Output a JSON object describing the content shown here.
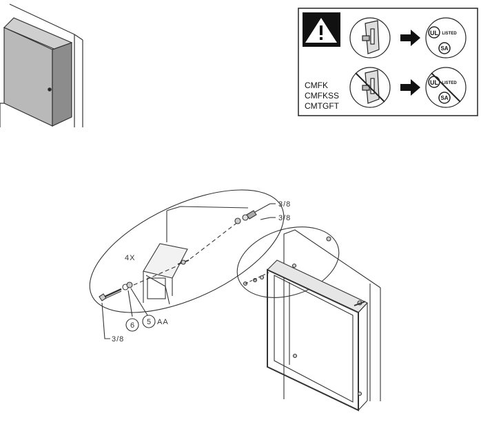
{
  "warning_panel": {
    "icon": "warning-triangle-icon",
    "models": [
      "CMFK",
      "CMFKSS",
      "CMTGFT"
    ],
    "cert_marks": {
      "ul": "UL",
      "ul_listed": "LISTED",
      "csa": "SA"
    }
  },
  "callouts": {
    "count": "4X",
    "bolt_size_top_1": "3/8",
    "bolt_size_top_2": "3/8",
    "bolt_size_bottom": "3/8",
    "part_6": "6",
    "part_5": "5",
    "part_5_suffix": "AA"
  },
  "colors": {
    "line": "#333333",
    "cabinet_face": "#b9b9b9",
    "cabinet_side": "#8c8c8c",
    "warning_panel_bg": "#ffffff",
    "warning_icon_bg": "#111111"
  }
}
